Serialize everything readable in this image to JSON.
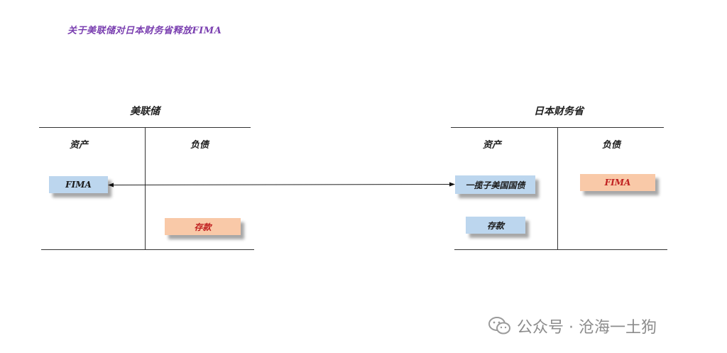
{
  "title": "关于美联储对日本财务省释放FIMA",
  "fed": {
    "title": "美联储",
    "assets_label": "资产",
    "liabilities_label": "负债",
    "asset_item": "FIMA",
    "liability_item": "存款"
  },
  "mof": {
    "title": "日本财务省",
    "assets_label": "资产",
    "liabilities_label": "负债",
    "asset_item_1": "一揽子美国国债",
    "asset_item_2": "存款",
    "liability_item": "FIMA"
  },
  "watermark": "公众号 · 沧海一土狗",
  "colors": {
    "title": "#7a3fb0",
    "box_blue": "#bcd6ee",
    "box_orange": "#f9c9a8",
    "orange_text": "#c02020"
  },
  "icons": [
    "wechat-icon"
  ]
}
